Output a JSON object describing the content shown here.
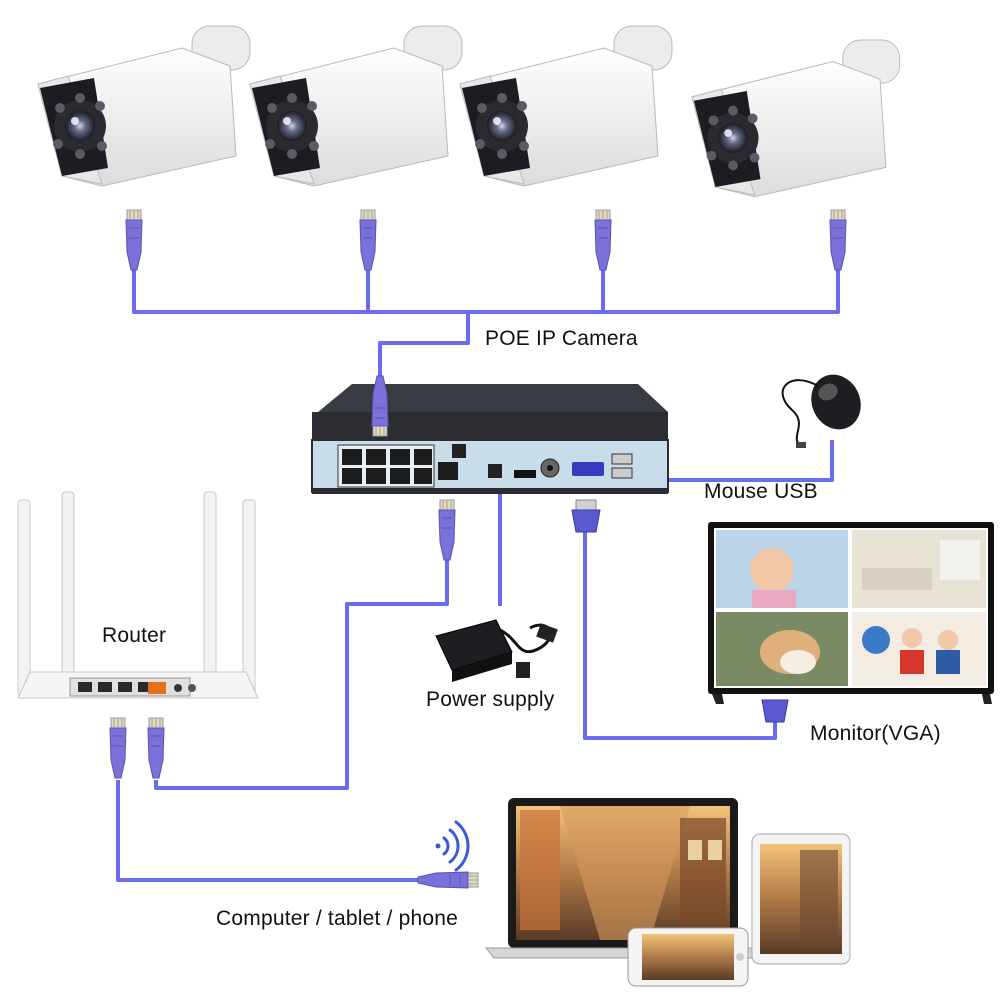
{
  "labels": {
    "poe_camera": "POE IP Camera",
    "mouse_usb": "Mouse USB",
    "router": "Router",
    "power_supply": "Power supply",
    "monitor": "Monitor(VGA)",
    "devices": "Computer / tablet / phone"
  },
  "colors": {
    "cable": "#6b6bf0",
    "connector": "#7a72d8",
    "nvr_body": "#2b2d33",
    "nvr_panel": "#c9dcea",
    "camera_body": "#f4f4f4"
  },
  "icons": [
    "bullet-camera-icon",
    "rj45-connector-icon",
    "nvr-recorder-icon",
    "usb-mouse-icon",
    "wifi-router-icon",
    "power-adapter-icon",
    "vga-monitor-icon",
    "laptop-icon",
    "tablet-icon",
    "phone-icon",
    "wifi-signal-icon"
  ]
}
